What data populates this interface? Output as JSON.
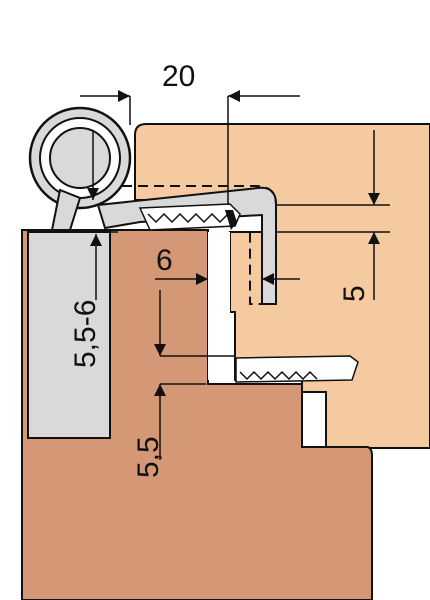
{
  "drawing": {
    "dimensions": {
      "top_width": "20",
      "rebate_depth": "5",
      "gap": "6",
      "frame_offset": "5,5-6",
      "step_offset": "5,5"
    }
  }
}
